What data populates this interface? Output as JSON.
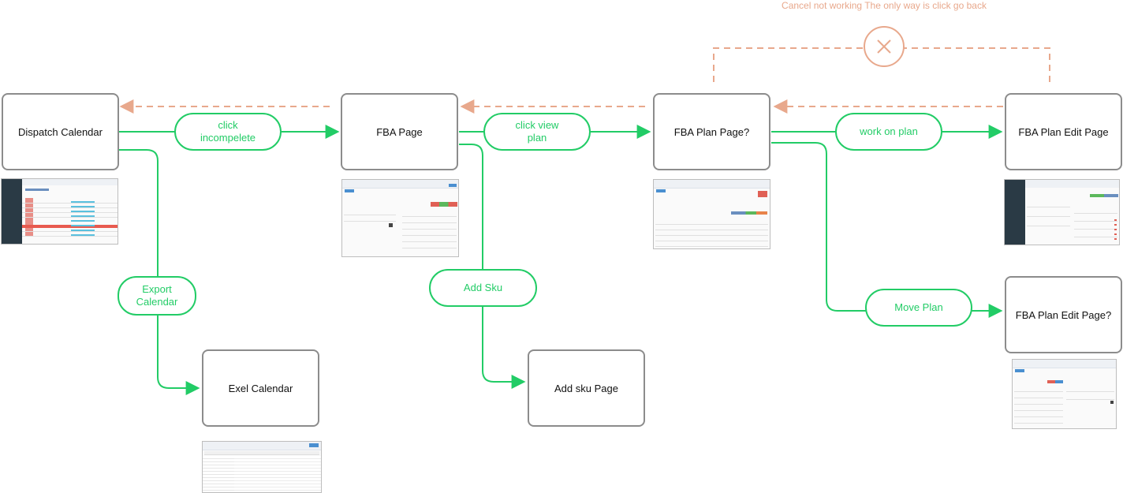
{
  "nodes": {
    "dispatch_calendar": "Dispatch Calendar",
    "fba_page": "FBA Page",
    "fba_plan_page": "FBA Plan Page?",
    "fba_plan_edit_page": "FBA Plan Edit Page",
    "fba_plan_edit_page_alt": "FBA Plan Edit Page?",
    "exel_calendar": "Exel Calendar",
    "add_sku_page": "Add sku Page"
  },
  "edge_labels": {
    "click_incompelete": "click\nincompelete",
    "click_view_plan": "click view\nplan",
    "work_on_plan": "work on plan",
    "export_calendar": "Export\nCalendar",
    "add_sku": "Add Sku",
    "move_plan": "Move Plan"
  },
  "annotation": {
    "cancel_note": "Cancel not working The only way is click go back"
  },
  "colors": {
    "flow": "#22cc66",
    "back_flow": "#e8a88c",
    "node_border": "#8c8c8c"
  }
}
